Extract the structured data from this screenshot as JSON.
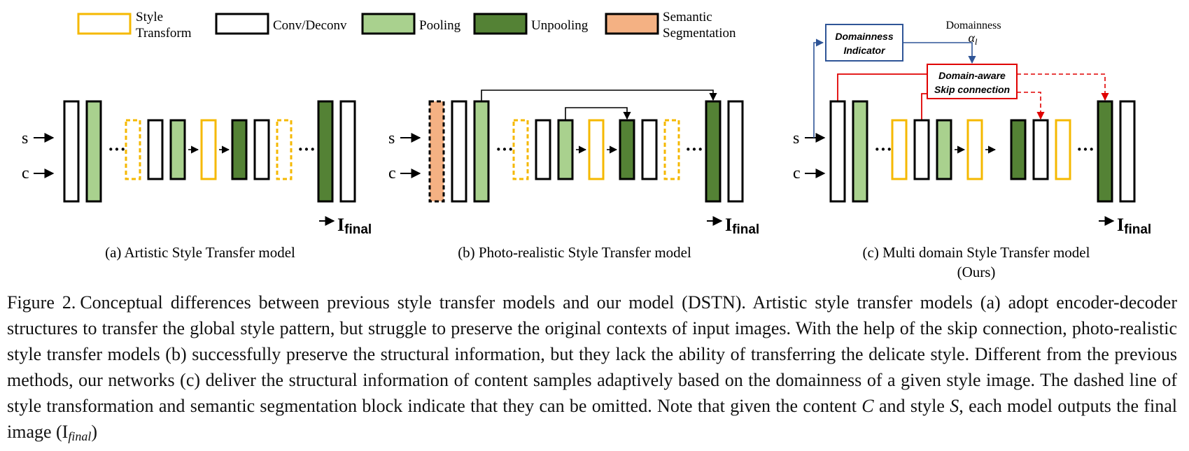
{
  "legend": {
    "style_transform": [
      "Style",
      "Transform"
    ],
    "conv": "Conv/Deconv",
    "pooling": "Pooling",
    "unpooling": "Unpooling",
    "semantic": [
      "Semantic",
      "Segmentation"
    ]
  },
  "inputs": {
    "s": "s",
    "c": "c"
  },
  "output": {
    "I": "I",
    "sub": "final"
  },
  "ellipsis": "···",
  "panels": {
    "a": {
      "caption": "(a) Artistic Style Transfer model"
    },
    "b": {
      "caption": "(b) Photo-realistic Style Transfer model"
    },
    "c": {
      "caption": "(c) Multi domain Style Transfer model",
      "caption2": "(Ours)",
      "indicator": [
        "Domainness",
        "Indicator"
      ],
      "domainness": "Domainness",
      "alpha": "α",
      "alpha_sub": "l",
      "skip": [
        "Domain-aware",
        "Skip connection"
      ]
    }
  },
  "figure_caption": {
    "label": "Figure 2.",
    "text_1": "Conceptual differences between previous style transfer models and our model (DSTN). Artistic style transfer models (a) adopt encoder-decoder structures to transfer the global style pattern, but struggle to preserve the original contexts of input images. With the help of the skip connection, photo-realistic style transfer models (b) successfully preserve the structural information, but they lack the ability of transferring the delicate style. Different from the previous methods, our networks (c) deliver the structural information of content samples adaptively based on the domainness of a given style image. The dashed line of style transformation and semantic segmentation block indicate that they can be omitted. Note that given the content ",
    "C": "C",
    "text_2": " and style ",
    "S": "S",
    "text_3": ", each model outputs the final image (I",
    "sub": "final",
    "text_4": ")"
  },
  "colors": {
    "style_transform": "#f5b800",
    "pooling": "#a9d18e",
    "unpooling": "#548235",
    "semantic": "#f4b183",
    "indicator_border": "#2f5597",
    "skip_border": "#e00000"
  }
}
